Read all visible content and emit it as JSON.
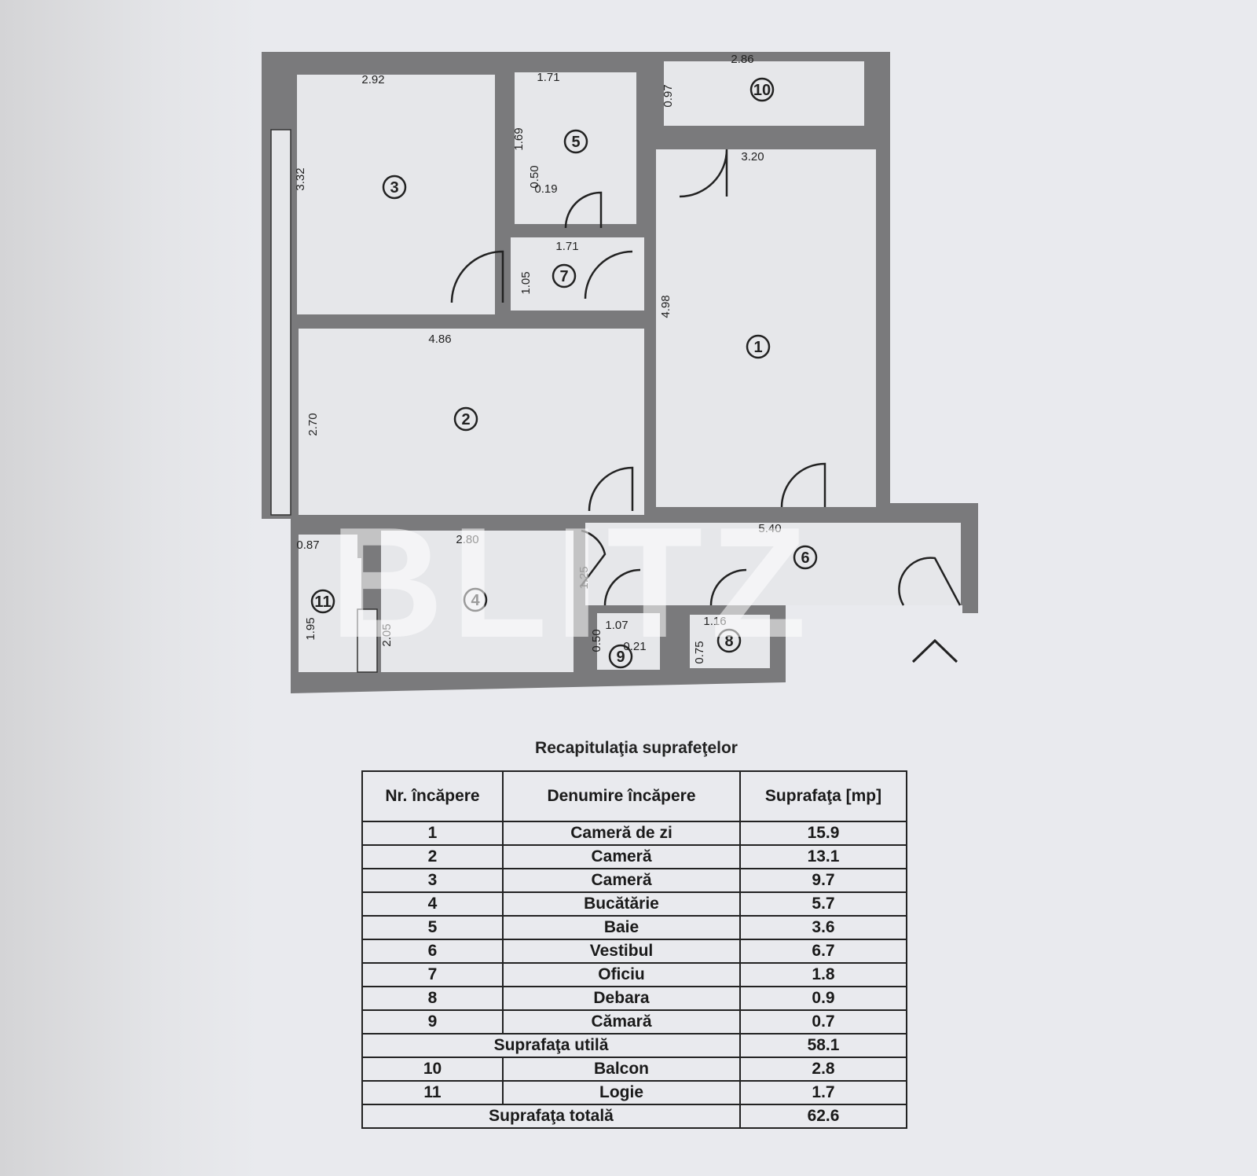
{
  "plan": {
    "watermark": "BLITZ",
    "dimensions": [
      "2.92",
      "1.71",
      "2.86",
      "0.97",
      "1.69",
      "0.50",
      "0.19",
      "3.32",
      "3.20",
      "1.71",
      "1.05",
      "4.98",
      "4.86",
      "2.70",
      "5.40",
      "0.87",
      "2.80",
      "1.25",
      "1.95",
      "2.05",
      "1.07",
      "0.50",
      "0.21",
      "1.16",
      "0.75"
    ],
    "room_numbers": [
      "1",
      "2",
      "3",
      "4",
      "5",
      "6",
      "7",
      "8",
      "9",
      "10",
      "11"
    ],
    "wall_color": "#7a7a7c",
    "floor_color": "#e6e7ea"
  },
  "summary": {
    "title": "Recapitulaţia suprafeţelor",
    "headers": [
      "Nr. încăpere",
      "Denumire încăpere",
      "Suprafaţa [mp]"
    ],
    "rooms": [
      {
        "nr": "1",
        "name": "Cameră de zi",
        "area": "15.9"
      },
      {
        "nr": "2",
        "name": "Cameră",
        "area": "13.1"
      },
      {
        "nr": "3",
        "name": "Cameră",
        "area": "9.7"
      },
      {
        "nr": "4",
        "name": "Bucătărie",
        "area": "5.7"
      },
      {
        "nr": "5",
        "name": "Baie",
        "area": "3.6"
      },
      {
        "nr": "6",
        "name": "Vestibul",
        "area": "6.7"
      },
      {
        "nr": "7",
        "name": "Oficiu",
        "area": "1.8"
      },
      {
        "nr": "8",
        "name": "Debara",
        "area": "0.9"
      },
      {
        "nr": "9",
        "name": "Cămară",
        "area": "0.7"
      }
    ],
    "useful_label": "Suprafaţa utilă",
    "useful_area": "58.1",
    "extras": [
      {
        "nr": "10",
        "name": "Balcon",
        "area": "2.8"
      },
      {
        "nr": "11",
        "name": "Logie",
        "area": "1.7"
      }
    ],
    "total_label": "Suprafaţa totală",
    "total_area": "62.6"
  }
}
